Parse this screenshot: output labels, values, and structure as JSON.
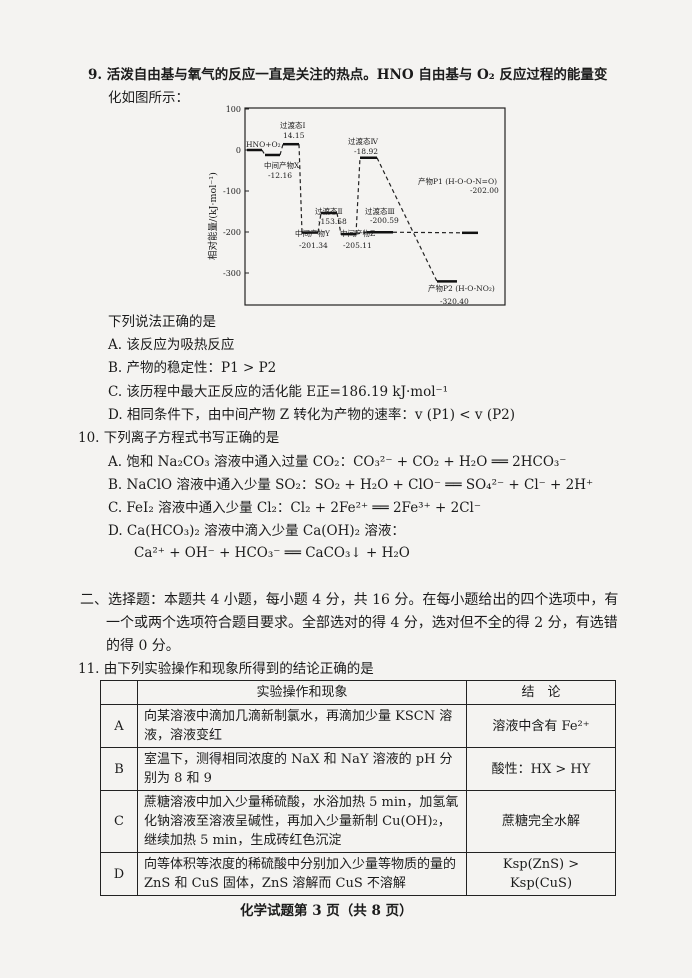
{
  "q9": {
    "line1": "9. 活泼自由基与氧气的反应一直是关注的热点。HNO 自由基与 O₂ 反应过程的能量变",
    "line2": "化如图所示：",
    "prompt": "下列说法正确的是",
    "options": [
      "A. 该反应为吸热反应",
      "B. 产物的稳定性：P1 > P2",
      "C. 该历程中最大正反应的活化能 E正=186.19 kJ·mol⁻¹",
      "D. 相同条件下，由中间产物 Z 转化为产物的速率：v (P1) < v (P2)"
    ]
  },
  "chart_data": {
    "type": "line",
    "title": "",
    "ylabel": "相对能量/(kJ·mol⁻¹)",
    "ylim": [
      -370,
      100
    ],
    "yticks": [
      "100",
      "0",
      "-100",
      "-200",
      "-300"
    ],
    "ytick_values": [
      100,
      0,
      -100,
      -200,
      -300
    ],
    "levels": [
      {
        "name": "HNO+O₂",
        "value": 0,
        "value_label": ""
      },
      {
        "name": "中间产物X",
        "value": -12.16,
        "value_label": "-12.16"
      },
      {
        "name": "过渡态Ⅰ",
        "value": 14.15,
        "value_label": "14.15"
      },
      {
        "name": "中间产物Y",
        "value": -201.34,
        "value_label": "-201.34"
      },
      {
        "name": "过渡态Ⅱ",
        "value": -153.58,
        "value_label": "-153.58"
      },
      {
        "name": "中间产物Z",
        "value": -205.11,
        "value_label": "-205.11"
      },
      {
        "name": "过渡态Ⅳ",
        "value": -18.92,
        "value_label": "-18.92"
      },
      {
        "name": "过渡态Ⅲ",
        "value": -200.59,
        "value_label": "-200.59"
      },
      {
        "name": "产物P1 (H-O-O-N=O)",
        "value": -202.0,
        "value_label": "-202.00"
      },
      {
        "name": "产物P2 (H-O-NO₂)",
        "value": -320.4,
        "value_label": "-320.40"
      }
    ]
  },
  "q10": {
    "prompt": "10. 下列离子方程式书写正确的是",
    "options": [
      "A. 饱和 Na₂CO₃ 溶液中通入过量 CO₂：CO₃²⁻ + CO₂ + H₂O ══ 2HCO₃⁻",
      "B. NaClO 溶液中通入少量 SO₂：SO₂ + H₂O + ClO⁻ ══ SO₄²⁻ + Cl⁻ + 2H⁺",
      "C. FeI₂ 溶液中通入少量 Cl₂：Cl₂ + 2Fe²⁺ ══ 2Fe³⁺ + 2Cl⁻",
      "D. Ca(HCO₃)₂ 溶液中滴入少量 Ca(OH)₂ 溶液：",
      "Ca²⁺ + OH⁻ + HCO₃⁻ ══ CaCO₃↓ + H₂O"
    ]
  },
  "section2": {
    "line1": "二、选择题：本题共 4 小题，每小题 4 分，共 16 分。在每小题给出的四个选项中，有",
    "line2": "一个或两个选项符合题目要求。全部选对的得 4 分，选对但不全的得 2 分，有选错",
    "line3": "的得 0 分。"
  },
  "q11": {
    "prompt": "11. 由下列实验操作和现象所得到的结论正确的是",
    "headers": [
      "",
      "实验操作和现象",
      "结　论"
    ],
    "rows": [
      {
        "key": "A",
        "op": "向某溶液中滴加几滴新制氯水，再滴加少量 KSCN 溶液，溶液变红",
        "conclusion": "溶液中含有 Fe²⁺"
      },
      {
        "key": "B",
        "op": "室温下，测得相同浓度的 NaX 和 NaY 溶液的 pH 分别为 8 和 9",
        "conclusion": "酸性：HX > HY"
      },
      {
        "key": "C",
        "op": "蔗糖溶液中加入少量稀硫酸，水浴加热 5 min，加氢氧化钠溶液至溶液呈碱性，再加入少量新制 Cu(OH)₂，继续加热 5 min，生成砖红色沉淀",
        "conclusion": "蔗糖完全水解"
      },
      {
        "key": "D",
        "op": "向等体积等浓度的稀硫酸中分别加入少量等物质的量的 ZnS 和 CuS 固体，ZnS 溶解而 CuS 不溶解",
        "conclusion": "Ksp(ZnS) > Ksp(CuS)"
      }
    ]
  },
  "footer": "化学试题第 3 页（共 8 页）"
}
